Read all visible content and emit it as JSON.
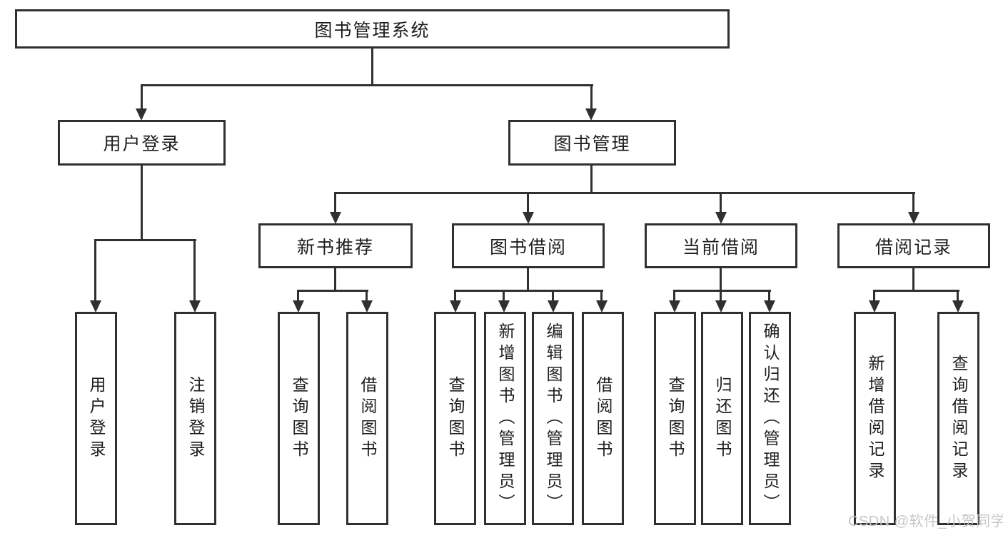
{
  "colors": {
    "line": "#303030",
    "text": "#1e1e1e",
    "background": "#ffffff",
    "watermark": "#c6c6c6"
  },
  "tree": {
    "root": "图书管理系统",
    "branches": [
      {
        "label": "用户登录",
        "children": [
          "用户登录",
          "注销登录"
        ]
      },
      {
        "label": "图书管理",
        "modules": [
          {
            "label": "新书推荐",
            "children": [
              "查询图书",
              "借阅图书"
            ]
          },
          {
            "label": "图书借阅",
            "children": [
              "查询图书",
              "新增图书（管理员）",
              "编辑图书（管理员）",
              "借阅图书"
            ]
          },
          {
            "label": "当前借阅",
            "children": [
              "查询图书",
              "归还图书",
              "确认归还（管理员）"
            ]
          },
          {
            "label": "借阅记录",
            "children": [
              "新增借阅记录",
              "查询借阅记录"
            ]
          }
        ]
      }
    ]
  },
  "watermark": "CSDN @软件_小贺同学"
}
